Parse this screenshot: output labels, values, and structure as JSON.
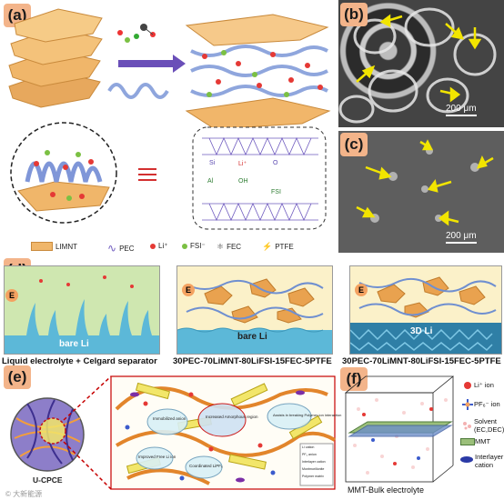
{
  "panels": {
    "a": "(a)",
    "b": "(b)",
    "c": "(c)",
    "d": "(d)",
    "e": "(e)",
    "f": "(f)"
  },
  "scalebars": {
    "b": "200 μm",
    "c": "200 μm"
  },
  "legend_a": {
    "limnt": "LIMNT",
    "pec": "PEC",
    "li": "Li⁺",
    "fsi": "FSI⁻",
    "fec": "FEC",
    "ptfe": "PTFE"
  },
  "structure_labels": [
    "O",
    "Si",
    "Li⁺",
    "Al",
    "OH",
    "FSI"
  ],
  "panel_d": {
    "e_symbol": "E",
    "left_label": "bare Li",
    "mid_label": "bare Li",
    "right_label": "3D Li",
    "captions": [
      "Liquid electrolyte + Celgard separator",
      "30PEC-70LiMNT-80LiFSI-15FEC-5PTFE",
      "30PEC-70LiMNT-80LiFSI-15FEC-5PTFE"
    ]
  },
  "panel_e": {
    "circle_label": "U-CPCE",
    "tags": [
      "Immobilized anion",
      "Increased Amorphous region",
      "Assists in breaking Polymer-ion interaction",
      "Improved Free Li ion",
      "Coordinated LiPF₆"
    ],
    "key": [
      "Li cation",
      "PF₆ anion",
      "Interlayer cation",
      "Montmorillonite",
      "Polymer matrix"
    ]
  },
  "panel_f": {
    "caption": "MMT-Bulk electrolyte",
    "legend": [
      {
        "label": "Li⁺ ion"
      },
      {
        "label": "PF₆⁻ ion"
      },
      {
        "label": "Solvent"
      },
      {
        "label": "(EC,DEC)"
      },
      {
        "label": "MMT"
      },
      {
        "label": "Interlayer"
      },
      {
        "label": "cation"
      }
    ]
  },
  "watermark": "© 大新能源"
}
